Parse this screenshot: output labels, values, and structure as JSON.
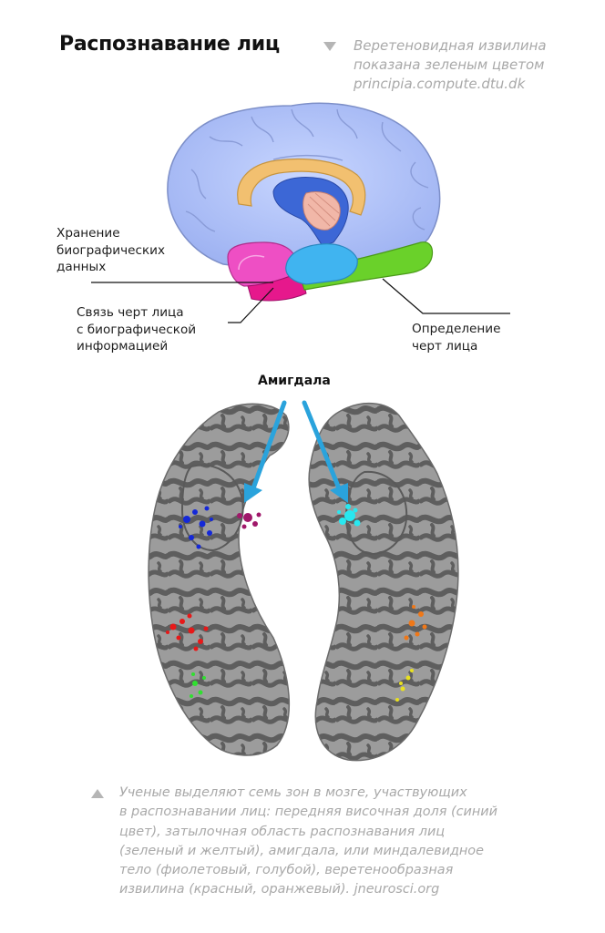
{
  "title": "Распознавание лиц",
  "top_caption": [
    "Веретеновидная извилина",
    "показана зеленым цветом",
    "principia.compute.dtu.dk"
  ],
  "labels": {
    "storage": [
      "Хранение",
      "биографических",
      "данных"
    ],
    "link": [
      "Связь черт лица",
      "с биографической",
      "информацией"
    ],
    "definition": [
      "Определение",
      "черт лица"
    ],
    "amygdala": "Амигдала"
  },
  "bottom_caption": [
    "Ученые выделяют семь зон в мозге, участвующих",
    "в распознавании лиц: передняя височная доля (синий",
    "цвет), затылочная область распознавания лиц",
    "(зеленый и желтый), амигдала, или миндалевидное",
    "тело (фиолетовый, голубой), веретенообразная",
    "извилина (красный, оранжевый). jneurosci.org"
  ],
  "colors": {
    "cortex": "#a9bdf6",
    "corpus_callosum": "#f2c070",
    "thalamus": "#3c67d6",
    "temporal_pole": "#ee4fc4",
    "magenta": "#e6188c",
    "amygdala_region": "#40b4f0",
    "fusiform_green": "#6ad12a",
    "arrow": "#2aa3dc",
    "spot_blue": "#1428d8",
    "spot_purple": "#a0186a",
    "spot_cyan": "#28e8f0",
    "spot_red": "#e81818",
    "spot_green": "#30e030",
    "spot_orange": "#f07818",
    "spot_yellow": "#e8e020",
    "caption_gray": "#a9a9a9"
  }
}
